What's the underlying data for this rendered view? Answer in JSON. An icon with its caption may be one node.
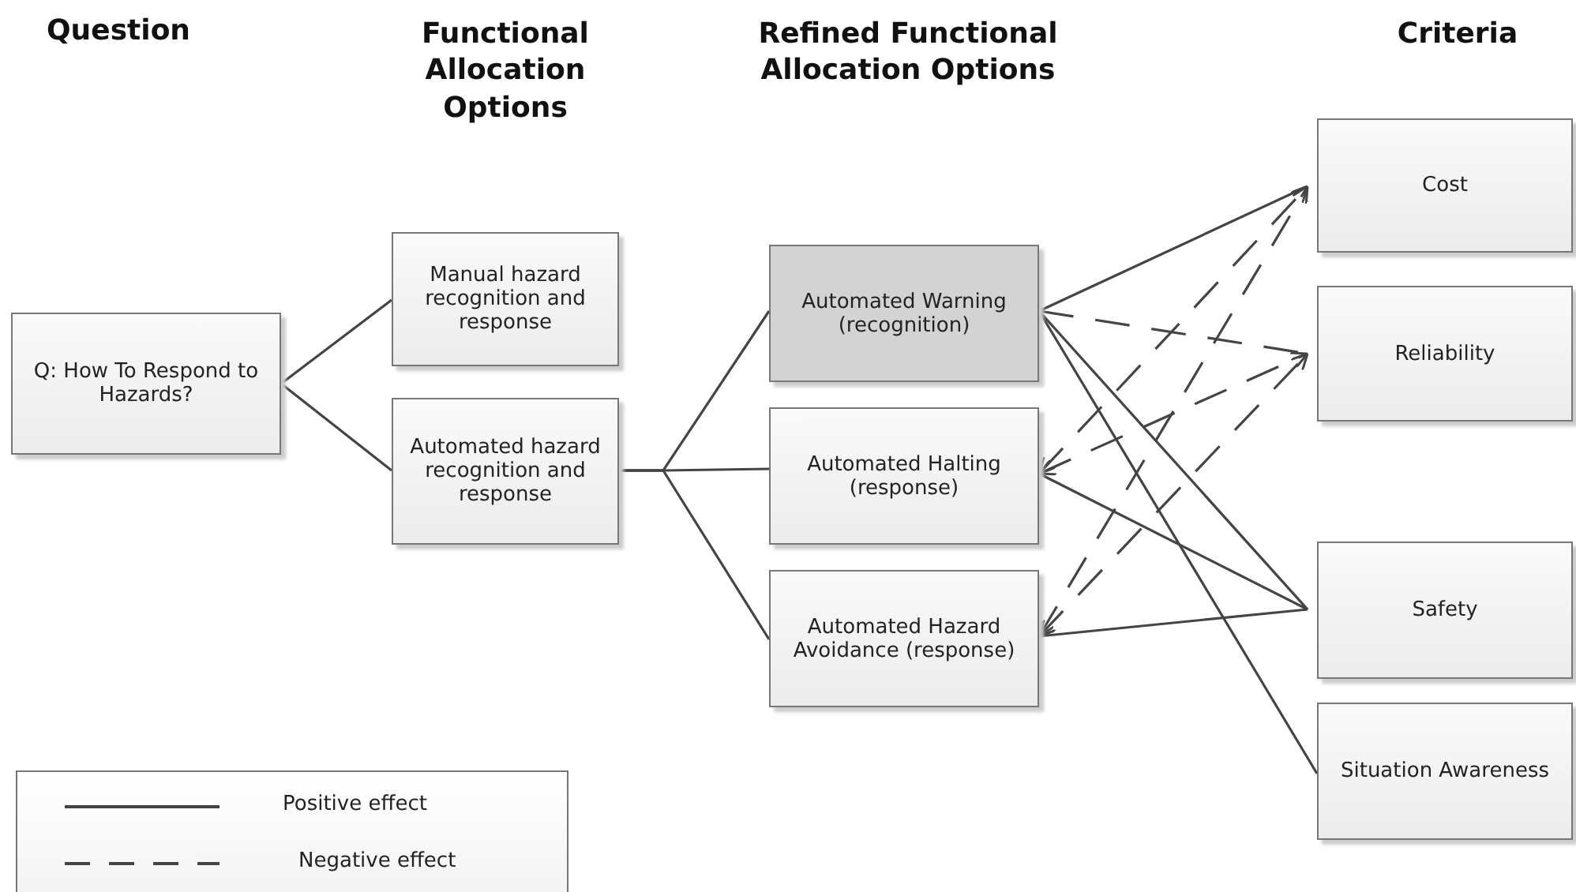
{
  "diagram": {
    "nodes": [
      {
        "text": [
          "Q: How To Respond to Hazards?"
        ]
      },
      {
        "text": [
          "Manual hazard recognition and response"
        ]
      },
      {
        "text": [
          "Automated hazard recognition and response"
        ]
      },
      {
        "text": [
          "Automated Warning (recognition)"
        ]
      },
      {
        "text": [
          "Automated Halting (response)"
        ]
      },
      {
        "text": [
          "Automated Hazard Avoidance (response)"
        ]
      },
      {
        "text": [
          "Cost"
        ]
      },
      {
        "text": [
          "Reliability"
        ]
      },
      {
        "text": [
          "Safety"
        ]
      },
      {
        "text": [
          "Situation Awareness"
        ]
      }
    ],
    "edges": [
      {
        "from": 0,
        "to": 1,
        "arrow": "none"
      },
      {
        "from": 0,
        "to": 2,
        "arrow": "none"
      },
      {
        "from": 2,
        "to": 3,
        "arrow": "none"
      },
      {
        "from": 2,
        "to": 4,
        "arrow": "none"
      },
      {
        "from": 2,
        "to": 5,
        "arrow": "none"
      },
      {
        "from": 3,
        "to": 6,
        "arrow": "none"
      },
      {
        "from": 3,
        "to": 7,
        "arrow": "none",
        "style": "dashed"
      },
      {
        "from": 3,
        "to": 8,
        "arrow": "none"
      },
      {
        "from": 3,
        "to": 9,
        "arrow": "none"
      },
      {
        "from": 4,
        "to": 8,
        "arrow": "none"
      },
      {
        "from": 5,
        "to": 8,
        "arrow": "none"
      },
      {
        "from": 4,
        "to": 6,
        "arrow": "both",
        "style": "dashed"
      },
      {
        "from": 4,
        "to": 7,
        "arrow": "both",
        "style": "dashed"
      },
      {
        "from": 5,
        "to": 6,
        "arrow": "both",
        "style": "dashed"
      },
      {
        "from": 5,
        "to": 7,
        "arrow": "both",
        "style": "dashed"
      }
    ],
    "labels": [
      "Question",
      "Functional Allocation Options",
      "Refined Functional Allocation Options",
      "Criteria"
    ],
    "legend": [
      {
        "text": "Positive effect"
      },
      {
        "text": "Negative effect"
      }
    ]
  }
}
